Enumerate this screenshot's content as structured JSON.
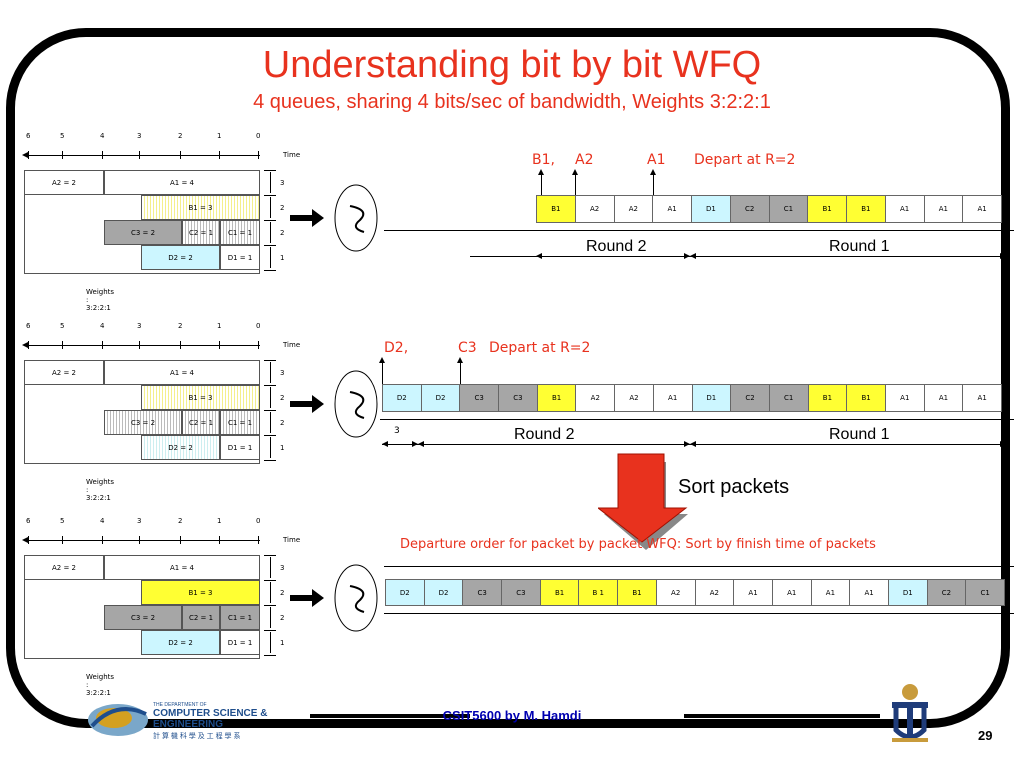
{
  "title": "Understanding bit by bit WFQ",
  "subtitle": "4 queues, sharing 4 bits/sec of bandwidth, Weights 3:2:2:1",
  "axis_ticks": [
    "6",
    "5",
    "4",
    "3",
    "2",
    "1",
    "0"
  ],
  "time_label": "Time",
  "weights_label": "Weights : 3:2:2:1",
  "queue_heights": [
    "3",
    "2",
    "2",
    "1"
  ],
  "boxes": {
    "a2": "A2 = 2",
    "a1": "A1 = 4",
    "b1": "B1 = 3",
    "c3": "C3 = 2",
    "c2": "C2 = 1",
    "c1": "C1 = 1",
    "d2": "D2 = 2",
    "d1": "D1 = 1"
  },
  "row1": {
    "cells": [
      "B1",
      "A2",
      "A2",
      "A1",
      "D1",
      "C2",
      "C1",
      "B1",
      "B1",
      "A1",
      "A1",
      "A1"
    ],
    "labels": {
      "b1": "B1,",
      "a2": "A2",
      "a1": "A1",
      "depart": "Depart at R=2"
    },
    "round2": "Round 2",
    "round1": "Round 1"
  },
  "row2": {
    "cells": [
      "D2",
      "D2",
      "C3",
      "C3",
      "B1",
      "A2",
      "A2",
      "A1",
      "D1",
      "C2",
      "C1",
      "B1",
      "B1",
      "A1",
      "A1",
      "A1"
    ],
    "labels": {
      "d2": "D2,",
      "c3": "C3",
      "depart": "Depart at R=2",
      "three": "3"
    },
    "round2": "Round 2",
    "round1": "Round 1"
  },
  "sort_label": "Sort packets",
  "departure_text": "Departure order for packet by packet WFQ: Sort by finish time of packets",
  "row3": {
    "cells": [
      "D2",
      "D2",
      "C3",
      "C3",
      "B1",
      "B 1",
      "B1",
      "A2",
      "A2",
      "A1",
      "A1",
      "A1",
      "A1",
      "D1",
      "C2",
      "C1"
    ]
  },
  "logo": {
    "line1": "THE DEPARTMENT OF",
    "line2": "COMPUTER SCIENCE &",
    "line3": "ENGINEERING",
    "line4": "計 算 機 科 學 及 工 程 學 系"
  },
  "footer": "CSIT5600 by M. Hamdi",
  "page_number": "29",
  "colors": {
    "title_red": "#e8321e",
    "yellow": "#ffff33",
    "gray": "#a6a6a6",
    "cyan": "#ccf6ff",
    "footer_blue": "#0000b0"
  }
}
